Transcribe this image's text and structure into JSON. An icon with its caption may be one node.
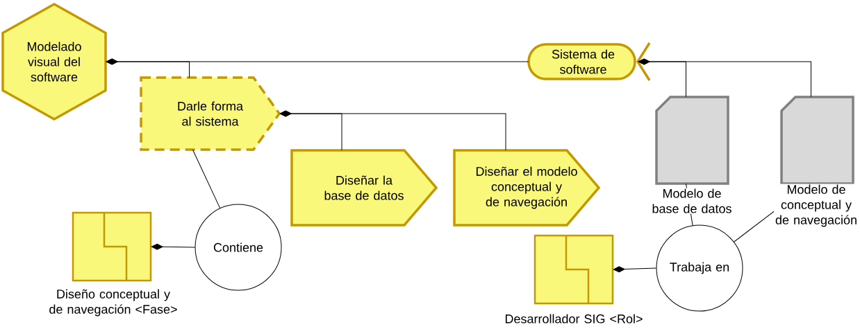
{
  "diagram": {
    "nodes": [
      {
        "text": [
          "Modelado visual del software"
        ]
      },
      {
        "text": [
          "Sistema de software"
        ]
      },
      {
        "text": [
          "Darle forma al sistema"
        ]
      },
      {
        "text": [
          "Diseñar la base de datos"
        ]
      },
      {
        "text": [
          "Diseñar el modelo conceptual y de navegación"
        ]
      },
      {
        "text": [],
        "shape": "document",
        "beside": [
          "Modelo de base de datos"
        ]
      },
      {
        "text": [],
        "shape": "document",
        "beside": [
          "Modelo de conceptual y de navegación"
        ]
      },
      {
        "text": [],
        "shape": "box",
        "beside": [
          "Diseño conceptual y de navegación <Fase>"
        ]
      },
      {
        "text": [
          "Contiene"
        ]
      },
      {
        "text": [],
        "shape": "box",
        "beside": [
          "Desarrollador SIG <Rol>"
        ]
      },
      {
        "text": [
          "Trabaja en"
        ]
      }
    ],
    "edges": [
      {
        "from": 1,
        "to": 0,
        "arrow": "other"
      },
      {
        "from": 2,
        "to": 0,
        "arrow": "other"
      },
      {
        "from": 5,
        "to": 1,
        "arrow": "other"
      },
      {
        "from": 6,
        "to": 1,
        "arrow": "other"
      },
      {
        "from": 3,
        "to": 2,
        "arrow": "other"
      },
      {
        "from": 4,
        "to": 2,
        "arrow": "other"
      },
      {
        "from": 2,
        "to": 8,
        "arrow": "none"
      },
      {
        "from": 8,
        "to": 7,
        "arrow": "other"
      },
      {
        "from": 10,
        "to": 9,
        "arrow": "other"
      },
      {
        "from": 5,
        "to": 10,
        "arrow": "none"
      },
      {
        "from": 6,
        "to": 10,
        "arrow": "none"
      }
    ]
  }
}
